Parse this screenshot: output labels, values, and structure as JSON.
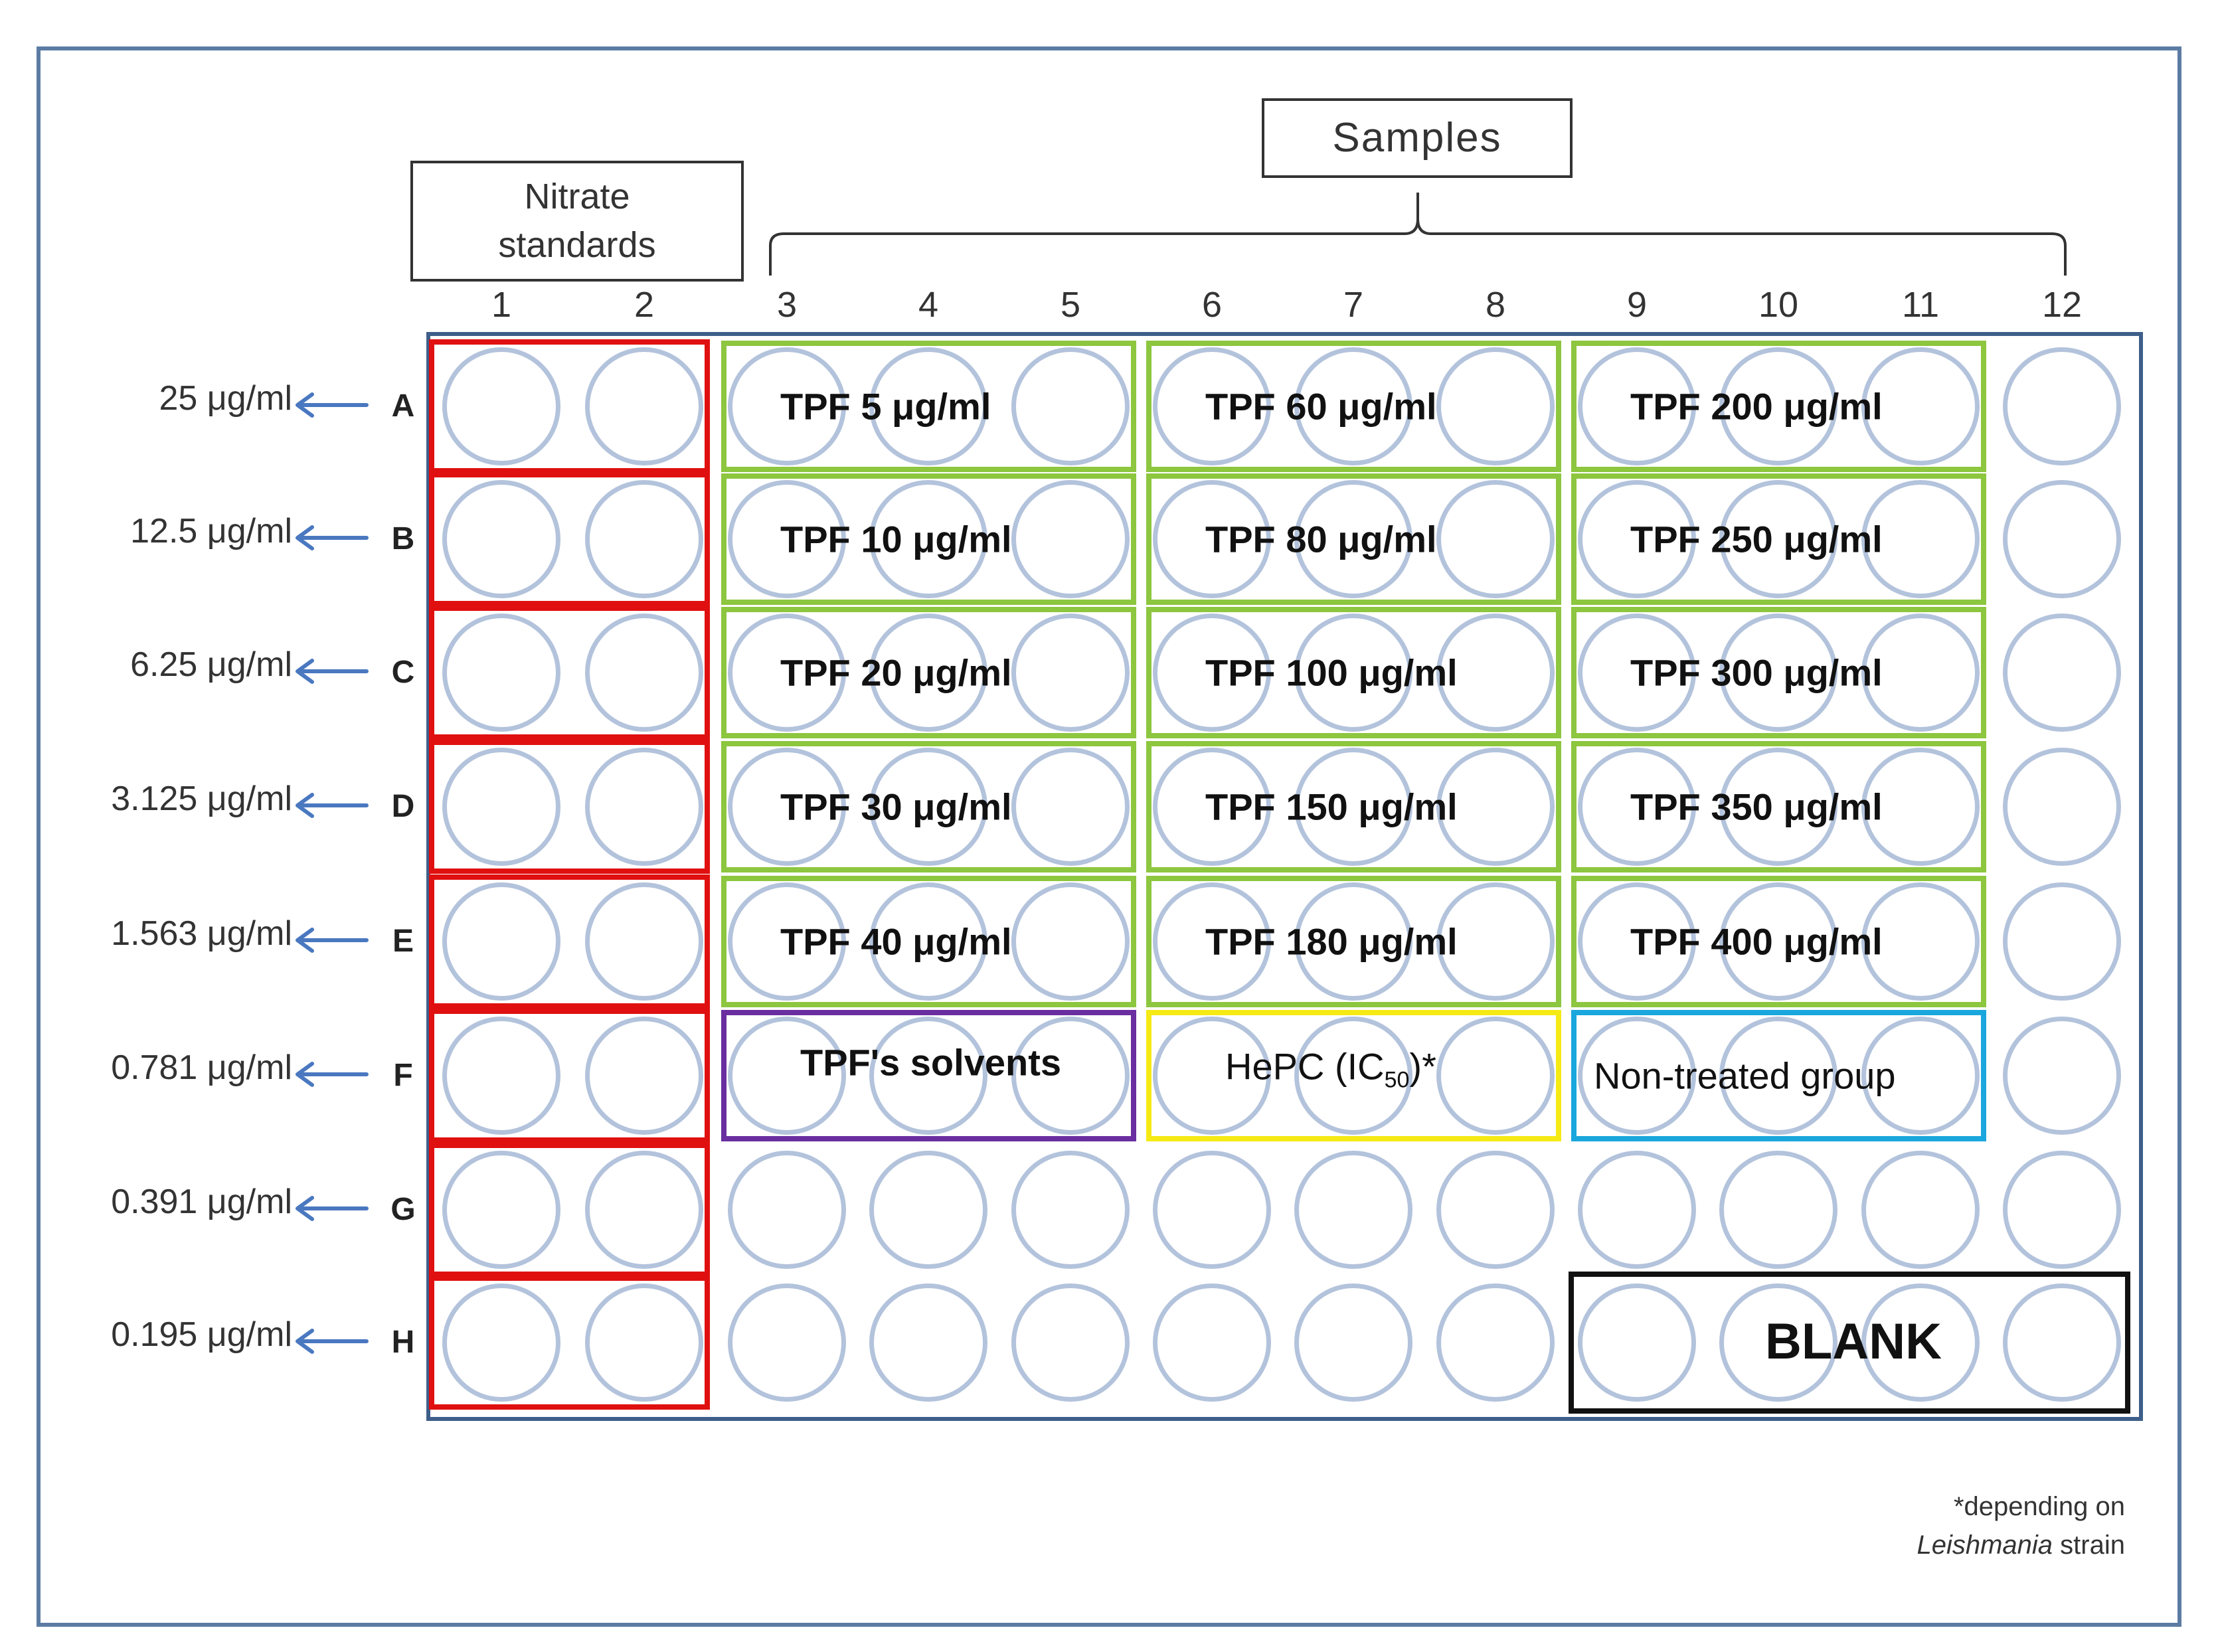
{
  "headers": {
    "nitrate_standards": "Nitrate\nstandards",
    "samples": "Samples"
  },
  "columns": [
    "1",
    "2",
    "3",
    "4",
    "5",
    "6",
    "7",
    "8",
    "9",
    "10",
    "11",
    "12"
  ],
  "rows": [
    {
      "letter": "A",
      "concentration": "25 μg/ml"
    },
    {
      "letter": "B",
      "concentration": "12.5 μg/ml"
    },
    {
      "letter": "C",
      "concentration": "6.25 μg/ml"
    },
    {
      "letter": "D",
      "concentration": "3.125 μg/ml"
    },
    {
      "letter": "E",
      "concentration": "1.563 μg/ml"
    },
    {
      "letter": "F",
      "concentration": "0.781 μg/ml"
    },
    {
      "letter": "G",
      "concentration": "0.391 μg/ml"
    },
    {
      "letter": "H",
      "concentration": "0.195 μg/ml"
    }
  ],
  "sample_groups": [
    "TPF 5 μg/ml",
    "TPF 60 μg/ml",
    "TPF 200 μg/ml",
    "TPF 10 μg/ml",
    "TPF 80 μg/ml",
    "TPF 250 μg/ml",
    "TPF 20 μg/ml",
    "TPF 100 μg/ml",
    "TPF 300 μg/ml",
    "TPF 30 μg/ml",
    "TPF 150 μg/ml",
    "TPF 350 μg/ml",
    "TPF 40 μg/ml",
    "TPF 180 μg/ml",
    "TPF 400 μg/ml"
  ],
  "control_groups": {
    "solvents": "TPF's solvents",
    "hepc": "HePC (IC",
    "hepc_sub": "50",
    "hepc_suffix": ")*",
    "non_treated": "Non-treated group"
  },
  "blank": "BLANK",
  "footnote": {
    "line1": "*depending on",
    "line2_italic": "Leishmania",
    "line2_rest": " strain"
  },
  "colors": {
    "standards": "#e01010",
    "samples": "#8dc63f",
    "solvents": "#6a2ea0",
    "hepc": "#f5ea14",
    "non_treated": "#1aa7dd",
    "blank": "#111111",
    "well": "#b3c3dc",
    "plate_border": "#3e5f8a",
    "arrow": "#4a78c0"
  }
}
